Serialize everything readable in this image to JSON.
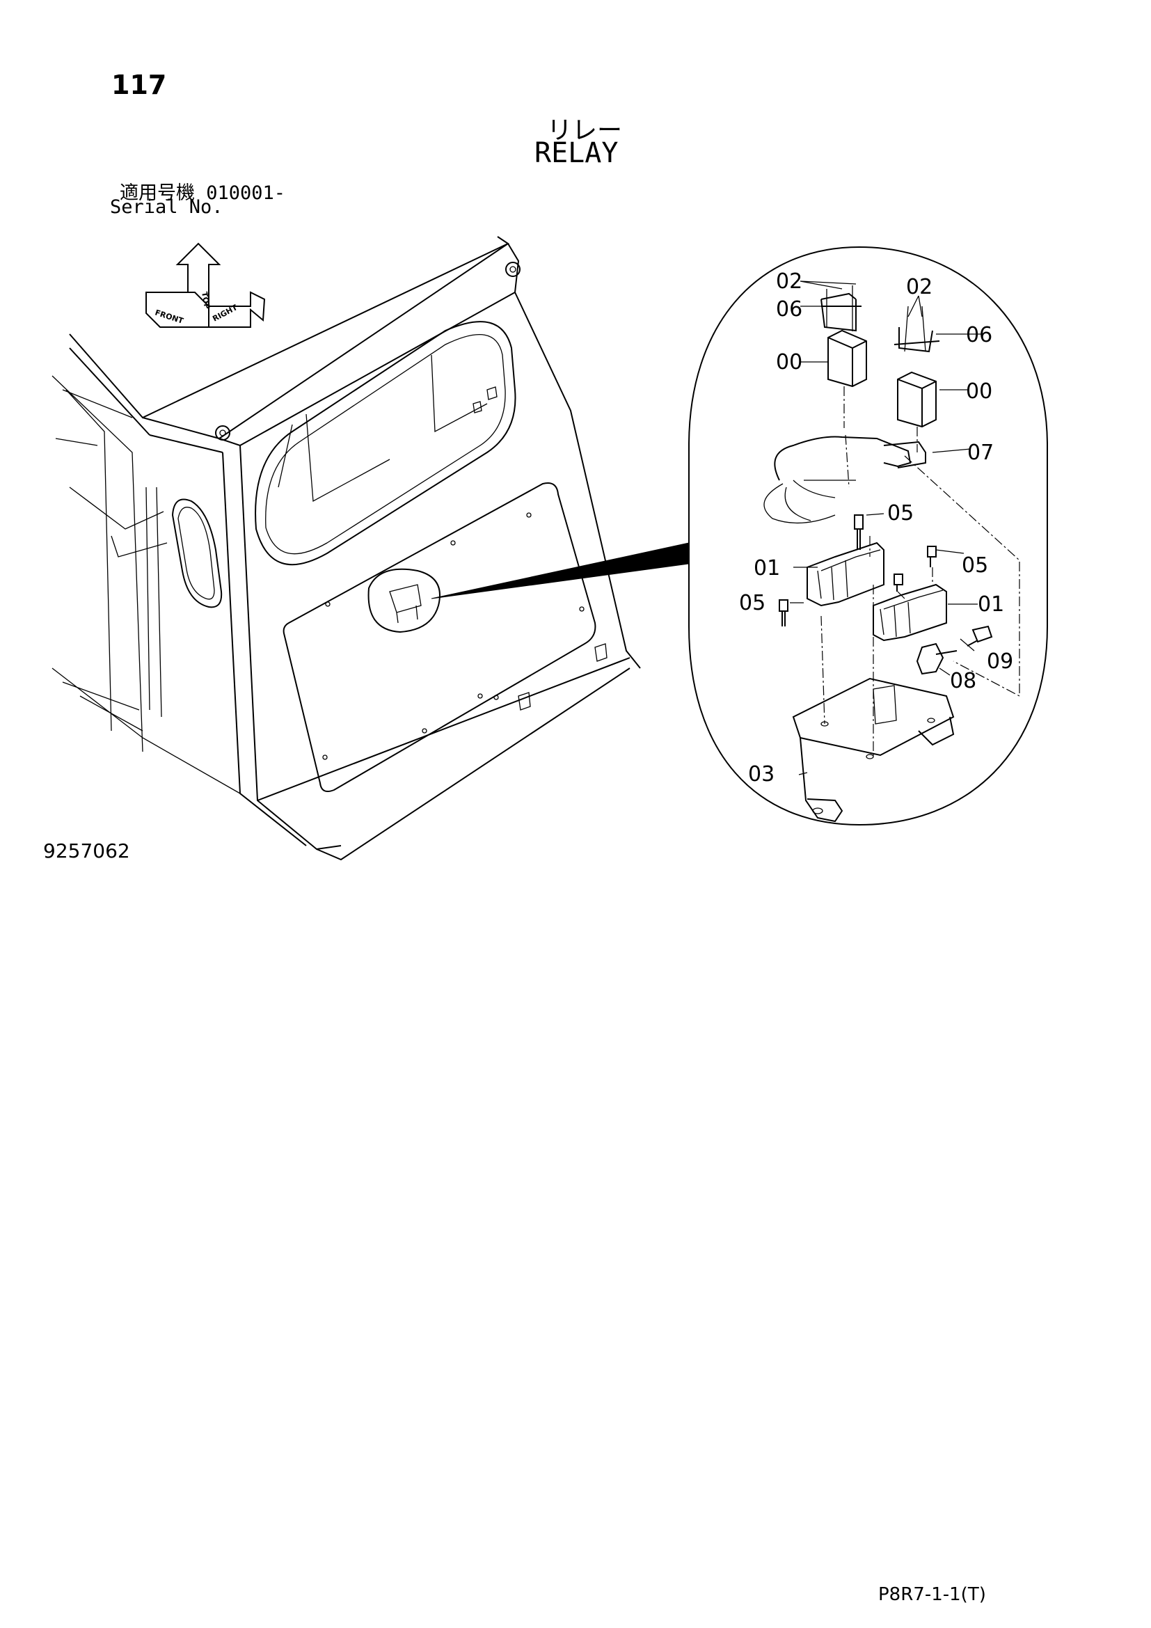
{
  "header": {
    "page_number": "117",
    "title_ja": "リレー",
    "title_en": "RELAY",
    "serial_ja": "適用号機  010001-",
    "serial_en": "Serial No."
  },
  "orientation_icon": {
    "labels": [
      "FRONT",
      "TOP",
      "RIGHT"
    ],
    "icon": "orientation-arrows-icon"
  },
  "callouts": {
    "c02a": "02",
    "c06a": "06",
    "c00a": "00",
    "c02b": "02",
    "c06b": "06",
    "c00b": "00",
    "c07": "07",
    "c05a": "05",
    "c01a": "01",
    "c05b": "05",
    "c05c": "05",
    "c01b": "01",
    "c09": "09",
    "c08": "08",
    "c03": "03"
  },
  "footer": {
    "drawing_number": "9257062",
    "page_code": "P8R7-1-1(T)"
  }
}
